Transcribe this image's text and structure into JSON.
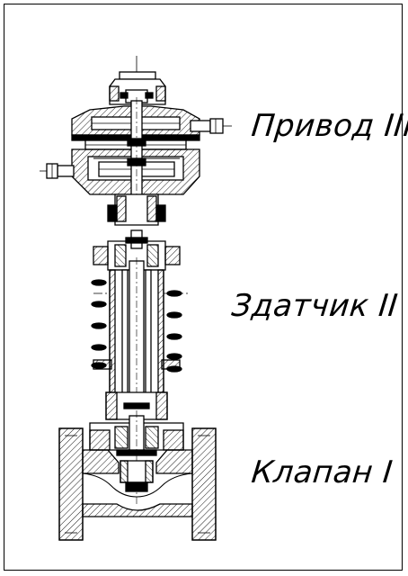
{
  "labels": {
    "drive": "Привод III",
    "sensor": "Здатчик II",
    "valve": "Клапан I"
  },
  "colors": {
    "line": "#000000",
    "background": "#ffffff"
  }
}
